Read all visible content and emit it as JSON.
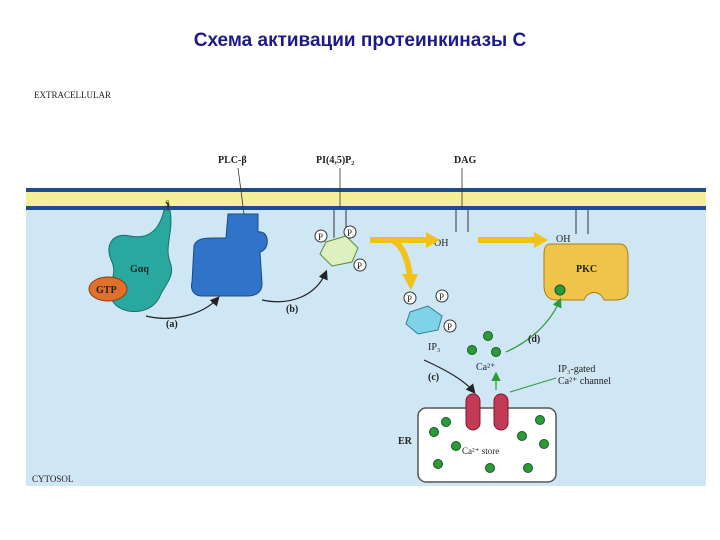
{
  "title": "Схема активации протеинкиназы С",
  "labels": {
    "extracellular": "EXTRACELLULAR",
    "cytosol": "CYTOSOL",
    "plc": "PLC-β",
    "pip2": "PI(4,5)P₂",
    "dag": "DAG",
    "gtp": "GTP",
    "galpha": "Gαq",
    "pkc": "PKC",
    "oh1": "OH",
    "oh2": "OH",
    "ip3": "IP₃",
    "ca": "Ca²⁺",
    "channel1": "IP₃-gated",
    "channel2": "Ca²⁺ channel",
    "er": "ER",
    "store": "Ca²⁺ store",
    "s": "S",
    "p": "P",
    "step_a": "(a)",
    "step_b": "(b)",
    "step_c": "(c)",
    "step_d": "(d)"
  },
  "colors": {
    "title": "#1a1a8c",
    "membrane": "#f5ef9a",
    "cytosol": "#cfe6f4",
    "galpha": "#29a8a0",
    "plc": "#2f74c8",
    "pkc": "#f0c44a",
    "gtp": "#e0702a",
    "channel": "#c23a55",
    "calcium": "#2d9a3a",
    "arrow": "#f2c21a"
  }
}
